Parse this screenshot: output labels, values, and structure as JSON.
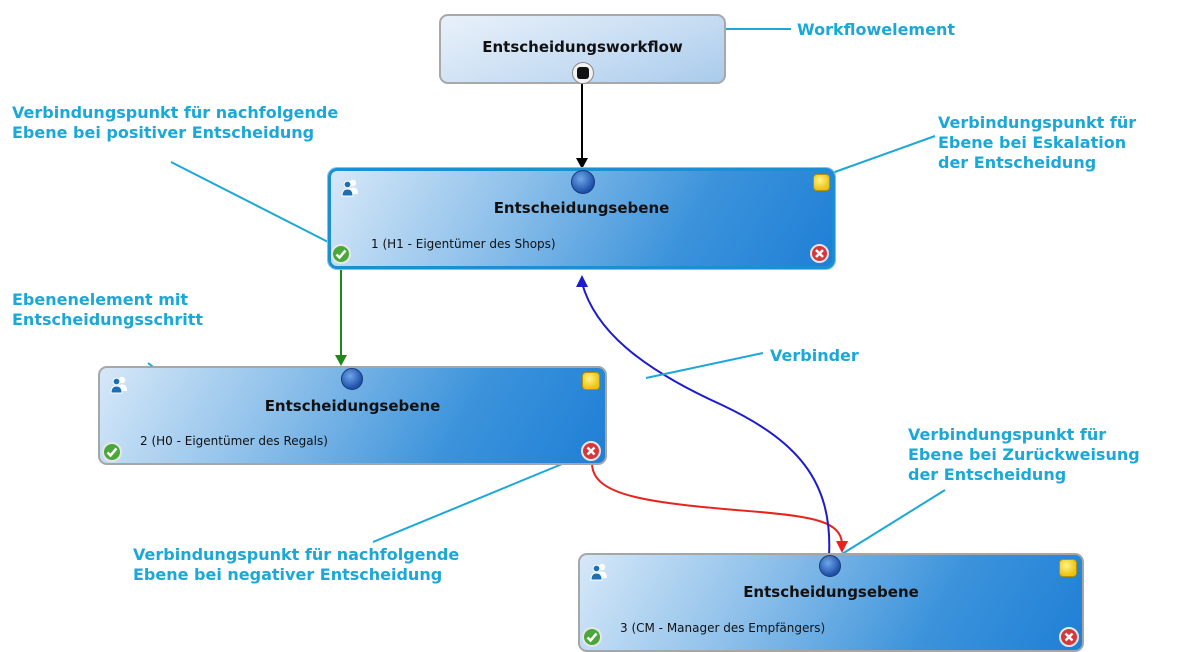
{
  "workflow": {
    "title": "Entscheidungsworkflow"
  },
  "levels": [
    {
      "title": "Entscheidungsebene",
      "subtitle": "1 (H1 - Eigentümer des Shops)"
    },
    {
      "title": "Entscheidungsebene",
      "subtitle": "2 (H0 - Eigentümer des Regals)"
    },
    {
      "title": "Entscheidungsebene",
      "subtitle": "3 (CM - Manager des Empfängers)"
    }
  ],
  "annotations": {
    "workflow_element": "Workflowelement",
    "positive_point": "Verbindungspunkt für nachfolgende\nEbene bei positiver Entscheidung",
    "escalation_point": "Verbindungspunkt für\nEbene bei Eskalation\nder Entscheidung",
    "level_element": "Ebenenelement mit\nEntscheidungsschritt",
    "connector": "Verbinder",
    "rejection_point": "Verbindungspunkt für\nEbene bei Zurückweisung\nder Entscheidung",
    "negative_point": "Verbindungspunkt für nachfolgende\nEbene bei negativer Entscheidung"
  },
  "colors": {
    "annotation": "#1ba8d8",
    "connector_default": "#000000",
    "connector_positive": "#1a8a1a",
    "connector_negative": "#e8231e",
    "connector_escalation_rejection": "#1c1ccf",
    "point_escalation": "#f3d21a",
    "point_positive": "#4aa83a",
    "point_negative": "#d9363b"
  },
  "icons": [
    "user-group-icon",
    "check-icon",
    "reject-icon",
    "escalation-dot",
    "input-dot"
  ]
}
